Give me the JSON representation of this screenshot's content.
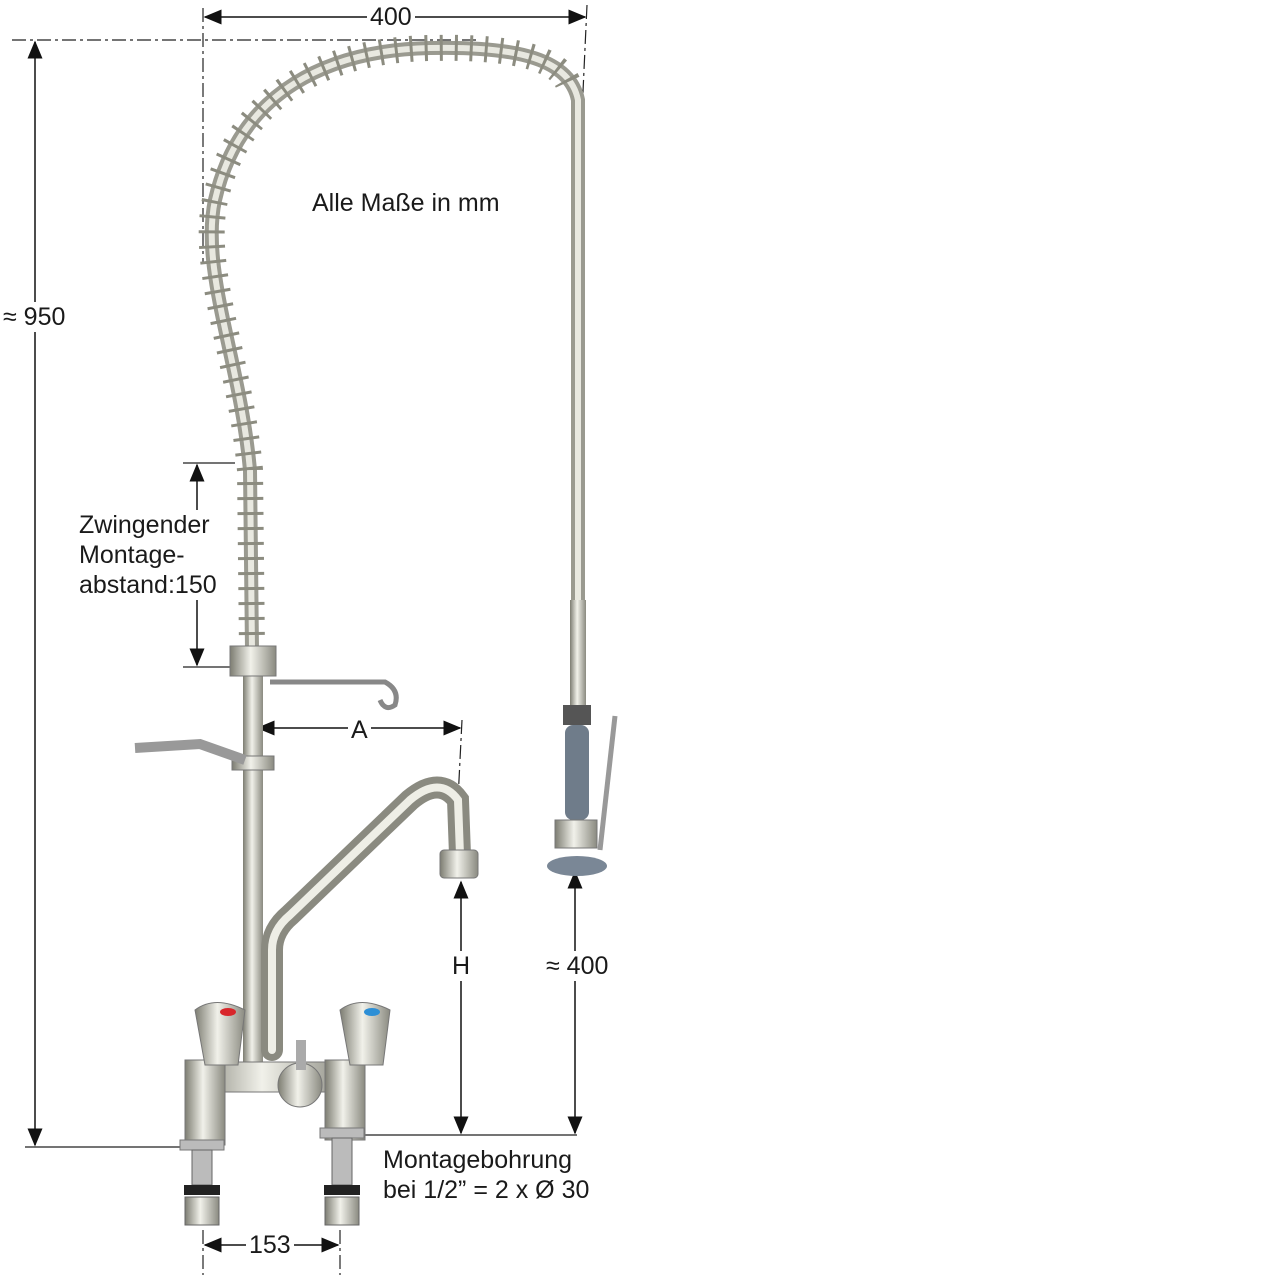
{
  "note": "Alle Maße in mm",
  "dimensions": {
    "width_top": "400",
    "height_total": "≈ 950",
    "mount_distance_line1": "Zwingender",
    "mount_distance_line2": "Montage-",
    "mount_distance_line3": "abstand:150",
    "spout_reach": "A",
    "spout_height": "H",
    "spray_height": "≈ 400",
    "inlet_spacing": "153",
    "mount_hole_line1": "Montagebohrung",
    "mount_hole_line2": "bei 1/2” = 2 x Ø 30"
  },
  "colors": {
    "hot": "#d8262b",
    "cold": "#2d8fd6",
    "chrome": "#c9c9bf",
    "grip": "#6f7c8a"
  }
}
